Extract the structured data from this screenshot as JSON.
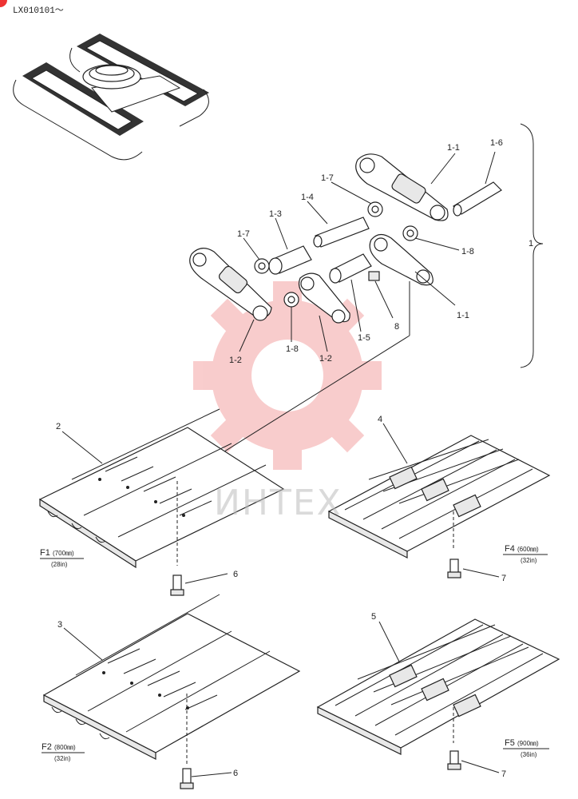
{
  "header": {
    "model_range": "LX010101～"
  },
  "watermark": {
    "text": "ИНТЕХ"
  },
  "callouts": {
    "c1_1a": "1-1",
    "c1_6": "1-6",
    "c1_7a": "1-7",
    "c1_4": "1-4",
    "c1_3": "1-3",
    "c1_7b": "1-7",
    "c1_8a": "1-8",
    "c1": "1",
    "c1_1b": "1-1",
    "c8": "8",
    "c1_2a": "1-2",
    "c1_8b": "1-8",
    "c1_2b": "1-2",
    "c1_5": "1-5",
    "c2": "2",
    "c4": "4",
    "c6a": "6",
    "c7a": "7",
    "c3": "3",
    "c5": "5",
    "c6b": "6",
    "c7b": "7"
  },
  "shoe_labels": {
    "f1": {
      "code": "F1",
      "mm": "(700㎜)",
      "inch": "(28in)"
    },
    "f4": {
      "code": "F4",
      "mm": "(600㎜)",
      "inch": "(32in)"
    },
    "f2": {
      "code": "F2",
      "mm": "(800㎜)",
      "inch": "(32in)"
    },
    "f5": {
      "code": "F5",
      "mm": "(900㎜)",
      "inch": "(36in)"
    }
  },
  "colors": {
    "ink": "#222222",
    "watermark_red": "#e84a4a"
  }
}
